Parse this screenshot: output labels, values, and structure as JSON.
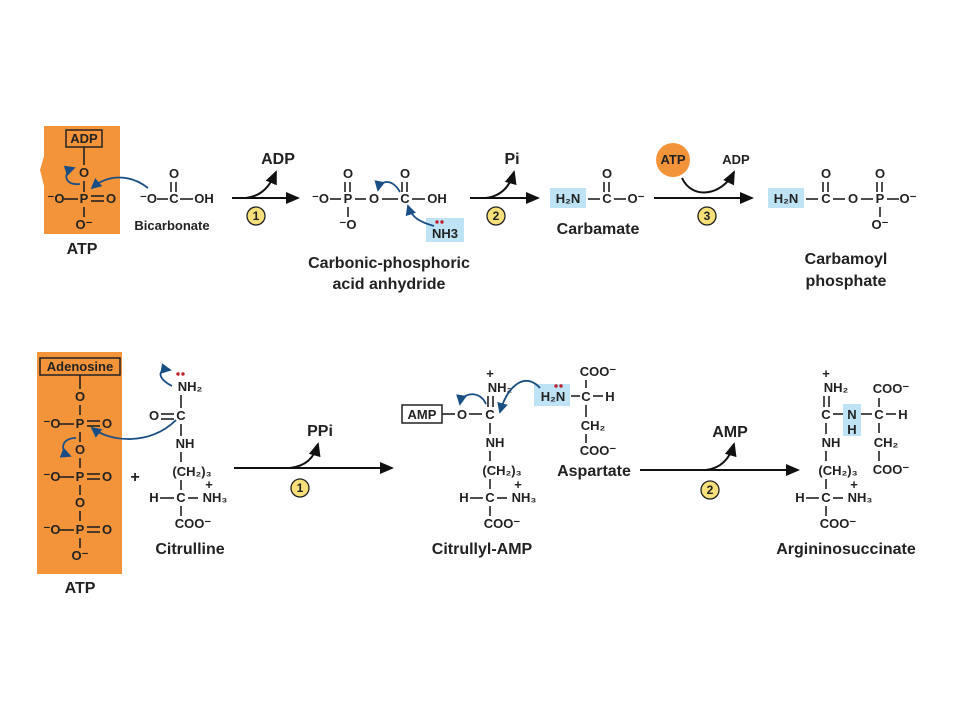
{
  "colors": {
    "atp_panel": "#f4943a",
    "highlight": "#bde3f5",
    "step_circle": "#f7df7a",
    "curved_arrow": "#1a4f86",
    "lone_pair": "#c0202a"
  },
  "reaction1": {
    "atp_box": "ADP",
    "atp_label": "ATP",
    "bicarbonate_label": "Bicarbonate",
    "arrow1_product": "ADP",
    "step1": "1",
    "anhydride_label_line1": "Carbonic-phosphoric",
    "anhydride_label_line2": "acid anhydride",
    "nh3": "NH3",
    "arrow2_product": "Pi",
    "step2": "2",
    "carbamate_label": "Carbamate",
    "atp_circle": "ATP",
    "arrow3_product": "ADP",
    "step3": "3",
    "carbamoyl_label_line1": "Carbamoyl",
    "carbamoyl_label_line2": "phosphate"
  },
  "reaction2": {
    "atp_box": "Adenosine",
    "atp_label": "ATP",
    "plus": "+",
    "citrulline_label": "Citrulline",
    "arrow1_product": "PPi",
    "step1": "1",
    "amp_box": "AMP",
    "citrullyl_label": "Citrullyl-AMP",
    "aspartate_label": "Aspartate",
    "arrow2_product": "AMP",
    "step2": "2",
    "argininosuccinate_label": "Argininosuccinate"
  }
}
